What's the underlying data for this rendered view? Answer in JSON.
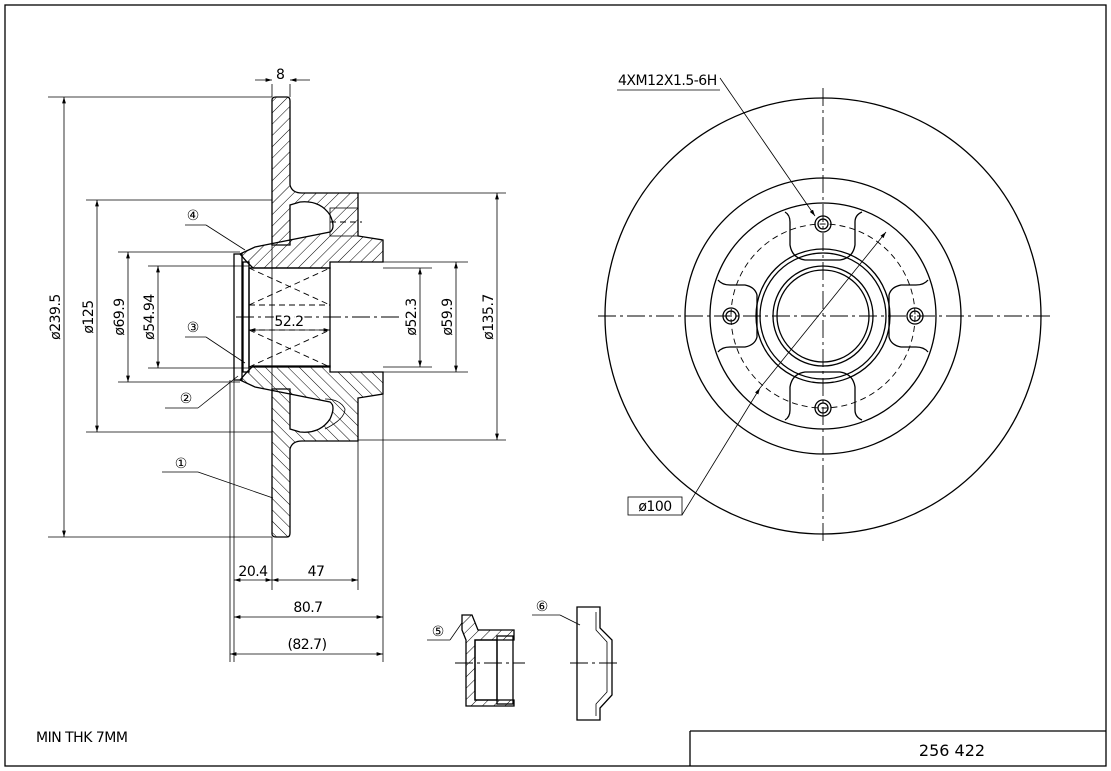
{
  "drawing": {
    "part_number": "256 422",
    "note": "MIN THK 7MM",
    "thread_callout": "4XM12X1.5-6H",
    "bolt_circle": "ø100",
    "dimensions": {
      "disc_thickness": "8",
      "outer_dia": "ø239.5",
      "d125": "ø125",
      "d69_9": "ø69.9",
      "d54_94": "ø54.94",
      "bearing_width": "52.2",
      "d52_3": "ø52.3",
      "d59_9": "ø59.9",
      "d135_7": "ø135.7",
      "offset_20_4": "20.4",
      "hub_47": "47",
      "total_80_7": "80.7",
      "total_82_7": "(82.7)"
    },
    "callouts": [
      "①",
      "②",
      "③",
      "④",
      "⑤",
      "⑥"
    ]
  }
}
